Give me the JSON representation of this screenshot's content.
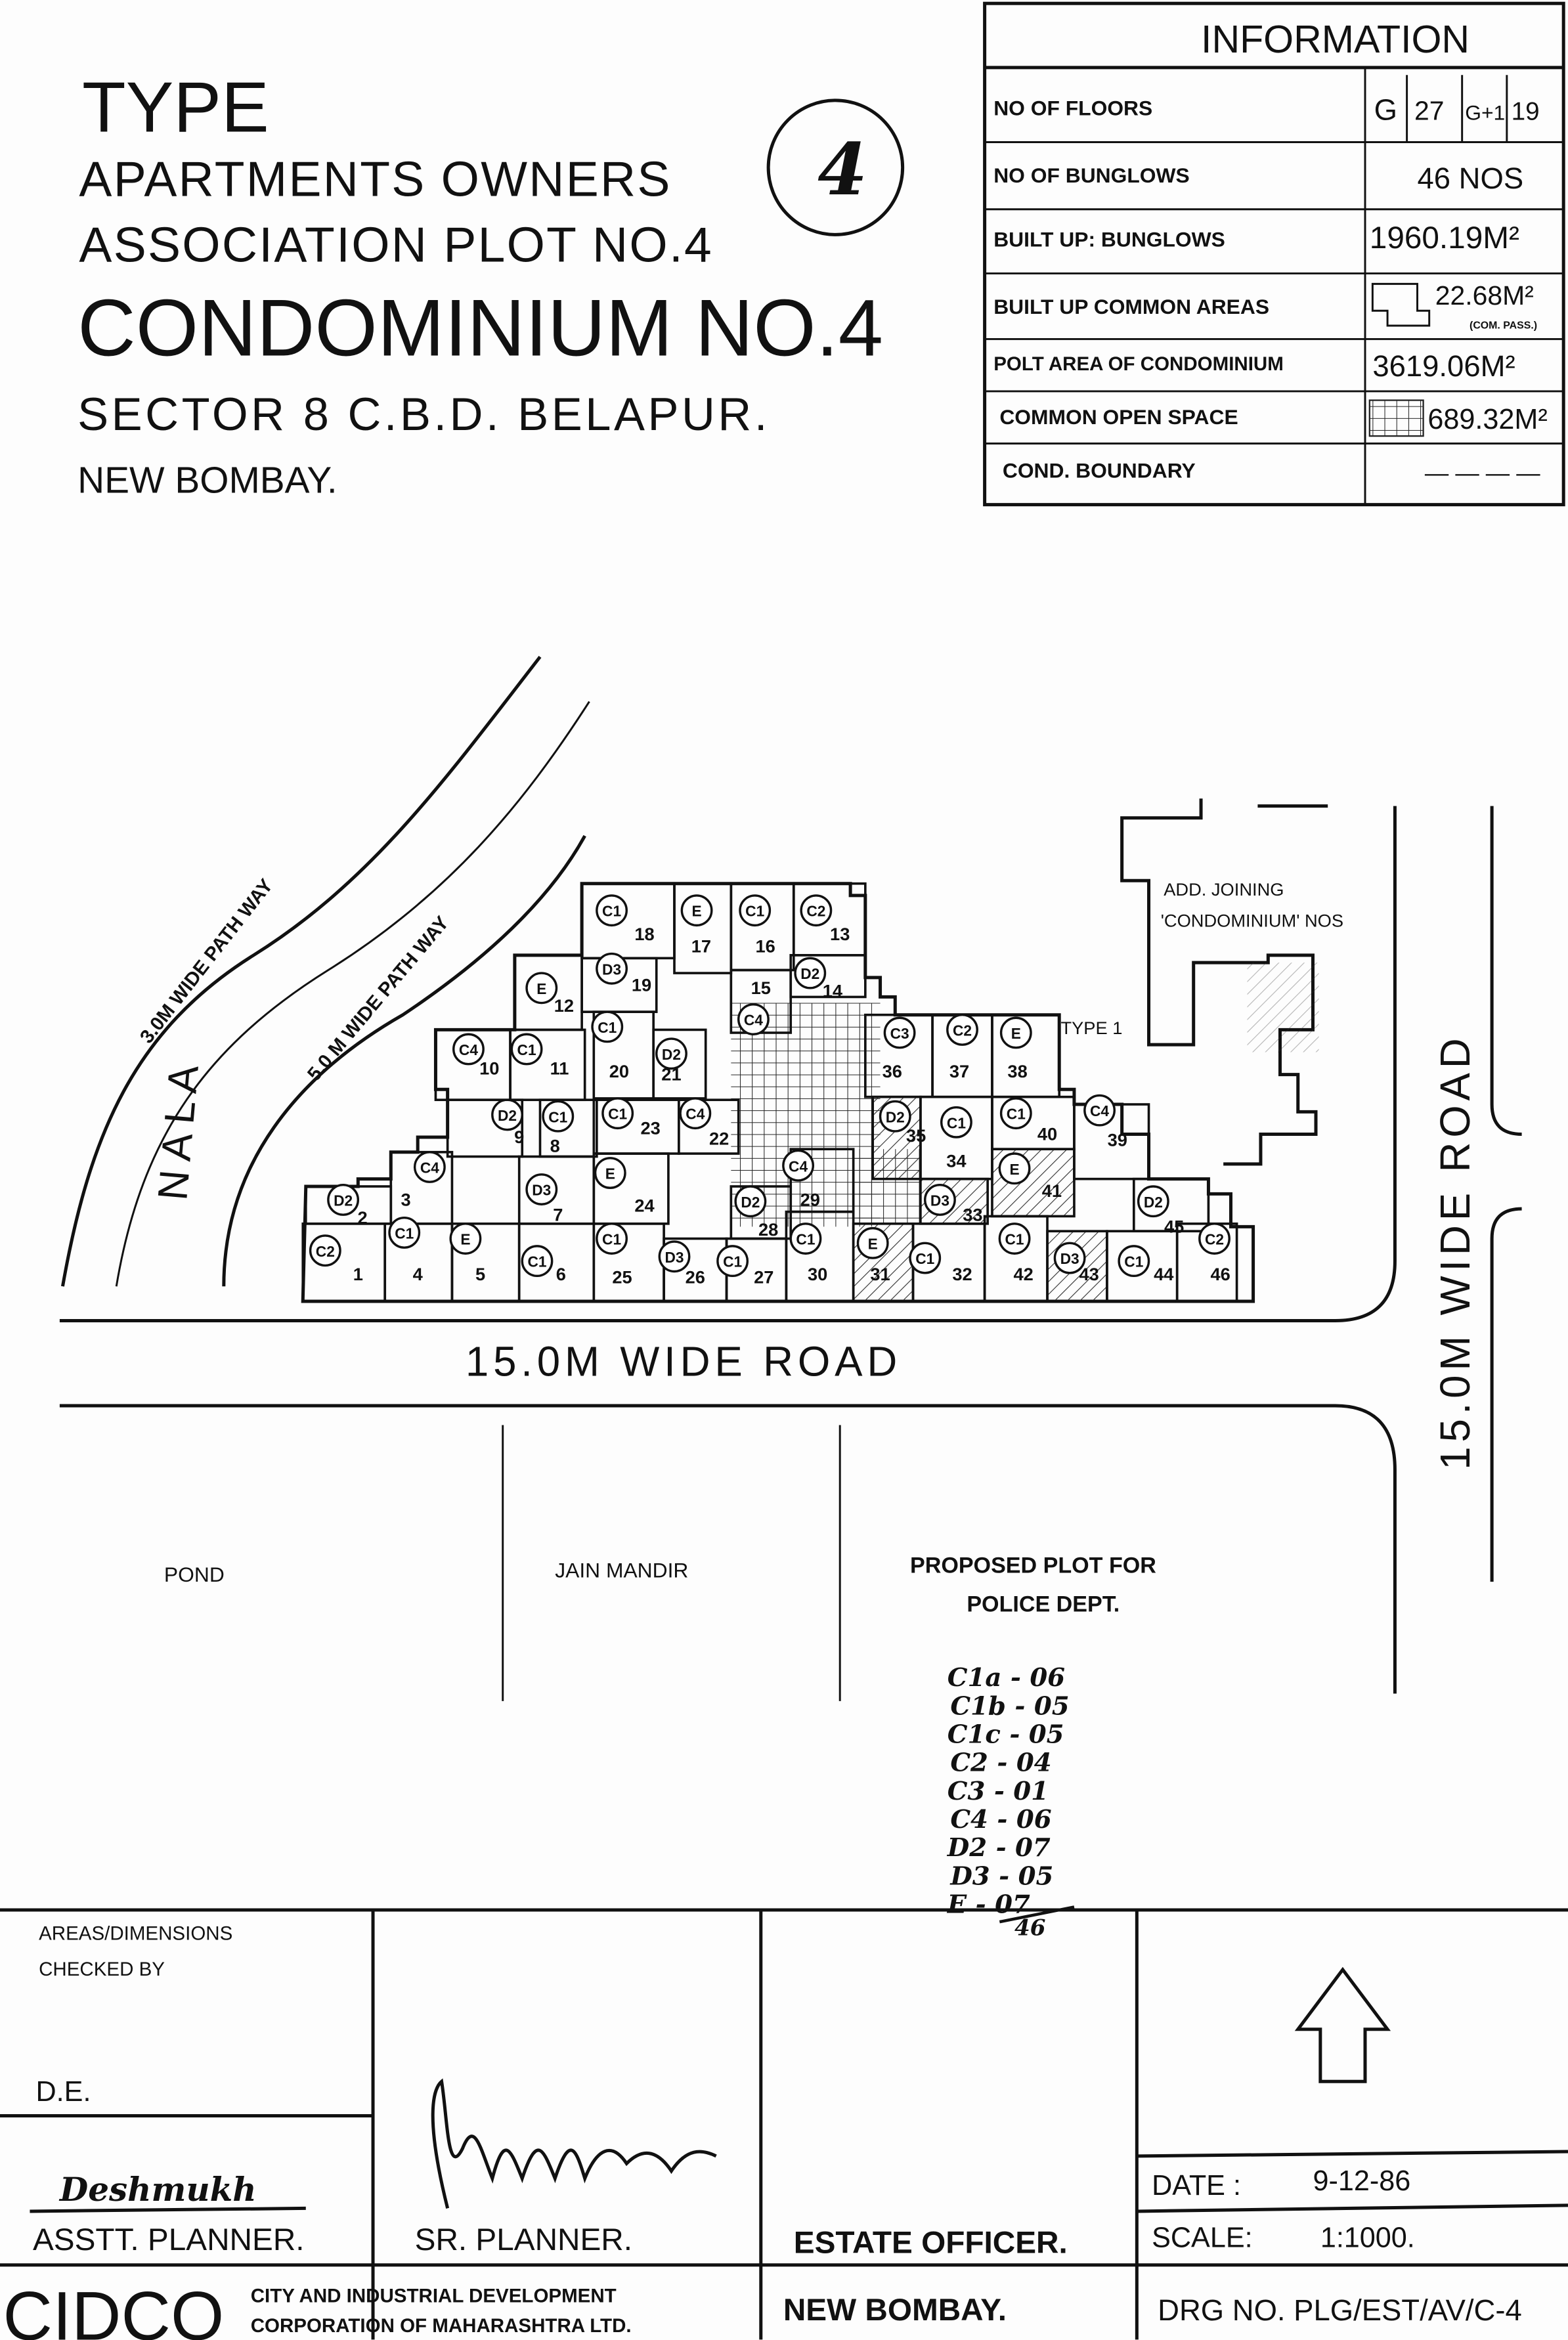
{
  "header": {
    "title_line1": "TYPE",
    "title_line2": "APARTMENTS OWNERS",
    "title_line3": "ASSOCIATION  PLOT NO.4",
    "title_main": "CONDOMINIUM NO.4",
    "address1": "SECTOR 8 C.B.D. BELAPUR.",
    "address2": "NEW BOMBAY.",
    "circled_number": "4"
  },
  "info": {
    "title": "INFORMATION",
    "floors_label": "NO OF FLOORS",
    "floors_values": [
      "G",
      "27",
      "G+1",
      "19"
    ],
    "rows": [
      {
        "label": "NO OF BUNGLOWS",
        "value": "46 NOS"
      },
      {
        "label": "BUILT UP: BUNGLOWS",
        "value": "1960.19M²"
      },
      {
        "label": "BUILT UP COMMON AREAS",
        "value": "22.68M²",
        "note": "(COM. PASS.)"
      },
      {
        "label": "POLT AREA OF CONDOMINIUM",
        "value": "3619.06M²"
      },
      {
        "label": "COMMON OPEN SPACE",
        "value": "689.32M²"
      },
      {
        "label": "COND. BOUNDARY",
        "value": "— — — —"
      }
    ]
  },
  "plan": {
    "nala": "N A L A",
    "path_3m": "3.0M WIDE PATH WAY",
    "path_5m": "5.0 M WIDE PATH WAY",
    "adjoining_1": "ADD. JOINING",
    "adjoining_2": "'CONDOMINIUM' NOS",
    "type_label": "TYPE 1",
    "road_bottom": "15.0M WIDE ROAD",
    "road_right": "15.0M WIDE ROAD",
    "units": [
      {
        "no": "1",
        "type": "C2"
      },
      {
        "no": "2",
        "type": "D2"
      },
      {
        "no": "3",
        "type": "C4"
      },
      {
        "no": "4",
        "type": "C1"
      },
      {
        "no": "5",
        "type": "E"
      },
      {
        "no": "6",
        "type": "C1"
      },
      {
        "no": "7",
        "type": "D3"
      },
      {
        "no": "8",
        "type": "C1"
      },
      {
        "no": "9",
        "type": "D2"
      },
      {
        "no": "10",
        "type": "C4"
      },
      {
        "no": "11",
        "type": "C1"
      },
      {
        "no": "12",
        "type": "E"
      },
      {
        "no": "13",
        "type": "C2"
      },
      {
        "no": "14",
        "type": "D2"
      },
      {
        "no": "15",
        "type": "C4"
      },
      {
        "no": "16",
        "type": "C1"
      },
      {
        "no": "17",
        "type": "E"
      },
      {
        "no": "18",
        "type": "C1"
      },
      {
        "no": "19",
        "type": "D3"
      },
      {
        "no": "20",
        "type": "C1"
      },
      {
        "no": "21",
        "type": "D2"
      },
      {
        "no": "22",
        "type": "C4"
      },
      {
        "no": "23",
        "type": "C1"
      },
      {
        "no": "24",
        "type": "E"
      },
      {
        "no": "25",
        "type": "C1"
      },
      {
        "no": "26",
        "type": "D3"
      },
      {
        "no": "27",
        "type": "C1"
      },
      {
        "no": "28",
        "type": "D2"
      },
      {
        "no": "29",
        "type": "C4"
      },
      {
        "no": "30",
        "type": "C1"
      },
      {
        "no": "31",
        "type": "E"
      },
      {
        "no": "32",
        "type": "C1"
      },
      {
        "no": "33",
        "type": "D3"
      },
      {
        "no": "34",
        "type": "C1"
      },
      {
        "no": "35",
        "type": "D2"
      },
      {
        "no": "36",
        "type": "C3"
      },
      {
        "no": "37",
        "type": "C2"
      },
      {
        "no": "38",
        "type": "E"
      },
      {
        "no": "39",
        "type": "C4"
      },
      {
        "no": "40",
        "type": "C1"
      },
      {
        "no": "41",
        "type": "E"
      },
      {
        "no": "42",
        "type": "C1"
      },
      {
        "no": "43",
        "type": "D3"
      },
      {
        "no": "44",
        "type": "C1"
      },
      {
        "no": "45",
        "type": "D2"
      },
      {
        "no": "46",
        "type": "C2"
      }
    ]
  },
  "lower": {
    "pond": "POND",
    "jain_mandir": "JAIN MANDIR",
    "police_1": "PROPOSED  PLOT FOR",
    "police_2": "POLICE DEPT."
  },
  "tally": {
    "items": [
      "C1a - 06",
      "C1b - 05",
      "C1c - 05",
      "C2 - 04",
      "C3 - 01",
      "C4 - 06",
      "D2 - 07",
      "D3 - 05",
      "E - 07"
    ],
    "total": "46"
  },
  "title_block": {
    "areas_checked_1": "AREAS/DIMENSIONS",
    "areas_checked_2": "CHECKED BY",
    "de": "D.E.",
    "signature": "Deshmukh",
    "asst_planner": "ASSTT. PLANNER.",
    "sr_planner": "SR. PLANNER.",
    "estate_officer": "ESTATE OFFICER.",
    "date_label": "DATE  :",
    "date": "9-12-86",
    "scale_label": "SCALE:",
    "scale": "1:1000.",
    "logo": "CIDCO",
    "org_1": "CITY AND INDUSTRIAL DEVELOPMENT",
    "org_2": "CORPORATION OF MAHARASHTRA LTD.",
    "city": "NEW BOMBAY.",
    "drg_no": "DRG NO. PLG/EST/AV/C-4"
  }
}
